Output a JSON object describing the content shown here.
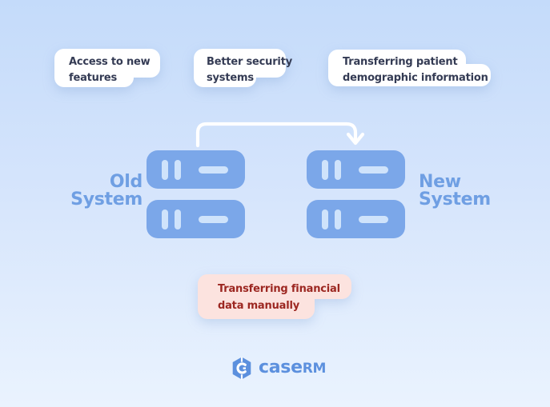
{
  "benefit_bubbles": [
    {
      "lines": [
        "Access to new",
        "features"
      ]
    },
    {
      "lines": [
        "Better security",
        "systems"
      ]
    },
    {
      "lines": [
        "Transferring patient",
        "demographic information"
      ]
    }
  ],
  "warning_bubble": {
    "lines": [
      "Transferring financial",
      "data manually"
    ]
  },
  "systems": {
    "old": {
      "lines": [
        "Old",
        "System"
      ]
    },
    "new": {
      "lines": [
        "New",
        "System"
      ]
    }
  },
  "logo": {
    "text_main": "case",
    "text_suffix": "RM",
    "icon": "hexagon-c-icon"
  },
  "icons": {
    "arrow": "curved-arrow-old-to-new",
    "servers": [
      "old-server-top",
      "old-server-bottom",
      "new-server-top",
      "new-server-bottom"
    ]
  },
  "colors": {
    "bg_top": "#c4dbfa",
    "bg_bottom": "#eaf3fe",
    "bubble_bg": "#ffffff",
    "bubble_text": "#343b54",
    "warn_bg": "#fce3df",
    "warn_text": "#9c2721",
    "server_fill": "#7ba7e9",
    "server_slot": "#cfe3fb",
    "system_label": "#6f9fe3",
    "arrow": "#ffffff",
    "logo_blue": "#5c90de"
  }
}
